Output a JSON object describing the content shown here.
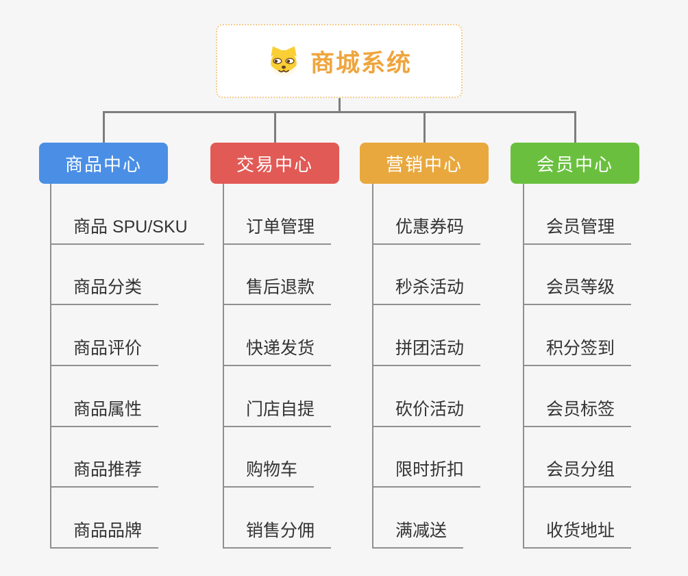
{
  "root": {
    "title": "商城系统",
    "icon": "shiba-dog-icon",
    "accent_color": "#efa53d",
    "border_color": "#f3c98a"
  },
  "connector_color": "#7d7d7d",
  "line_color": "#8f8f8f",
  "item_text_color": "#333333",
  "branches": [
    {
      "label": "商品中心",
      "color": "#4a8fe5",
      "items": [
        "商品 SPU/SKU",
        "商品分类",
        "商品评价",
        "商品属性",
        "商品推荐",
        "商品品牌"
      ]
    },
    {
      "label": "交易中心",
      "color": "#e25a55",
      "items": [
        "订单管理",
        "售后退款",
        "快递发货",
        "门店自提",
        "购物车",
        "销售分佣"
      ]
    },
    {
      "label": "营销中心",
      "color": "#e9a83e",
      "items": [
        "优惠券码",
        "秒杀活动",
        "拼团活动",
        "砍价活动",
        "限时折扣",
        "满减送"
      ]
    },
    {
      "label": "会员中心",
      "color": "#6ac03e",
      "items": [
        "会员管理",
        "会员等级",
        "积分签到",
        "会员标签",
        "会员分组",
        "收货地址"
      ]
    }
  ]
}
